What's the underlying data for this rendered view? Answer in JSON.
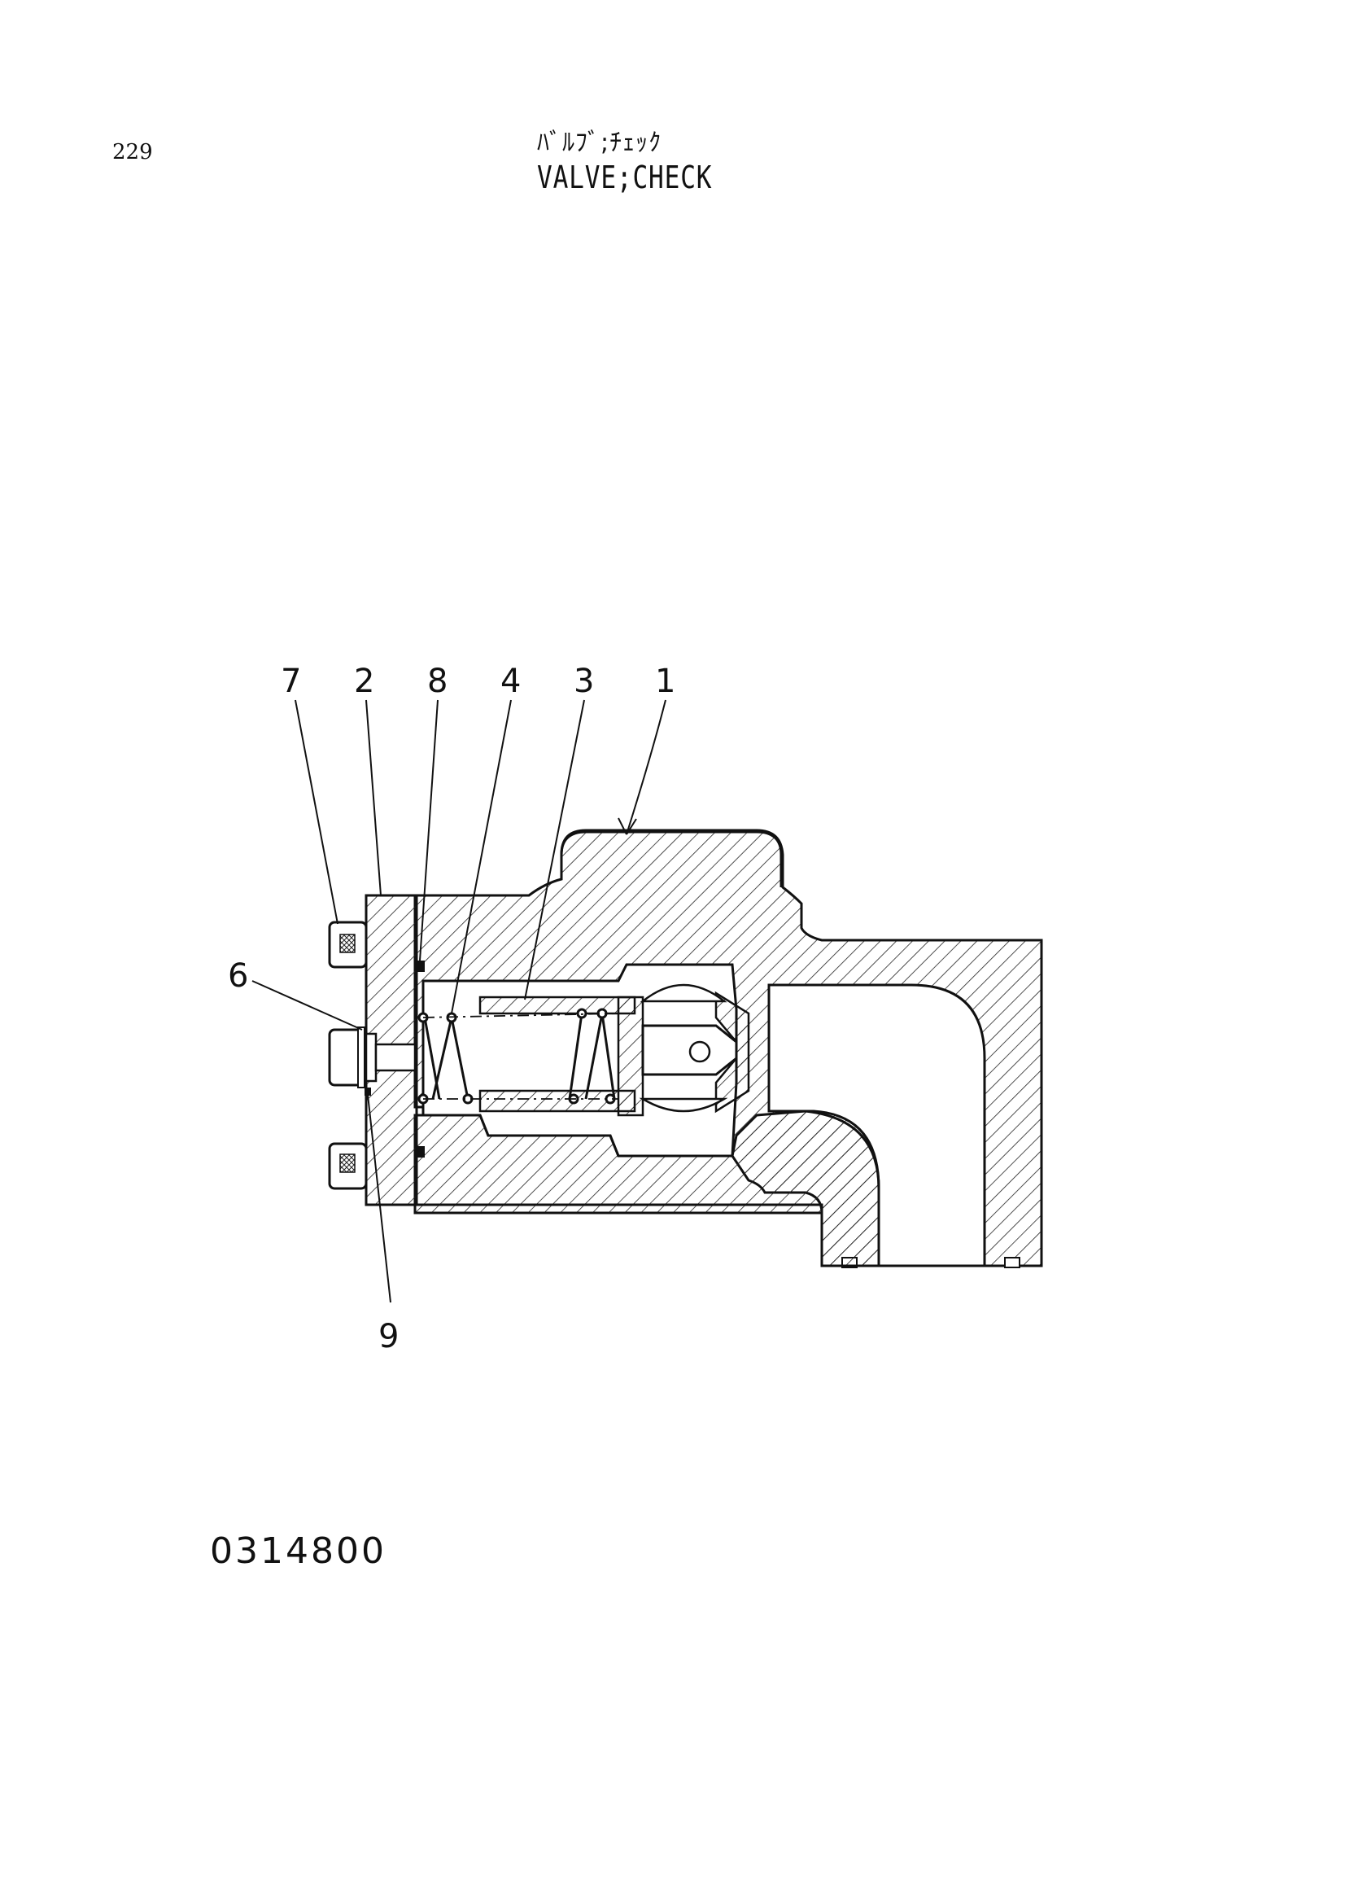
{
  "header": {
    "page_number": "229",
    "title_japanese": "ﾊﾞﾙﾌﾞ;ﾁｪｯｸ",
    "title_english": "VALVE;CHECK"
  },
  "drawing": {
    "callouts": [
      "7",
      "2",
      "8",
      "4",
      "3",
      "1",
      "6",
      "9"
    ]
  },
  "footer": {
    "drawing_number": "0314800"
  }
}
